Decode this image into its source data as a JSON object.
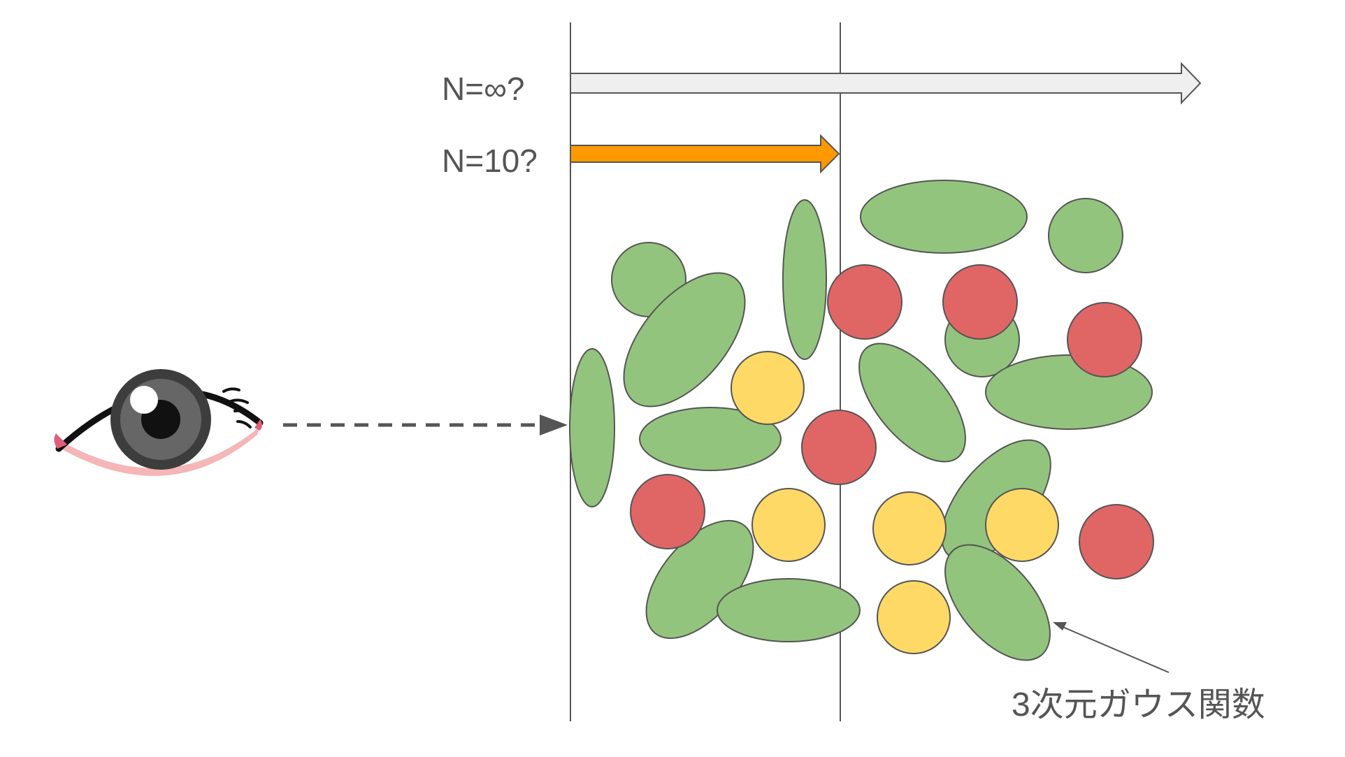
{
  "labels": {
    "n_infinity": "N=∞?",
    "n_ten": "N=10?",
    "gaussian_annotation": "3次元ガウス関数"
  },
  "colors": {
    "green": "#93c47d",
    "red": "#e06666",
    "yellow": "#ffd966",
    "orange_arrow": "#ff9900",
    "gray_arrow": "#efefef",
    "line": "#555555",
    "text": "#555555"
  },
  "icons": {
    "viewer": "eye-icon"
  }
}
